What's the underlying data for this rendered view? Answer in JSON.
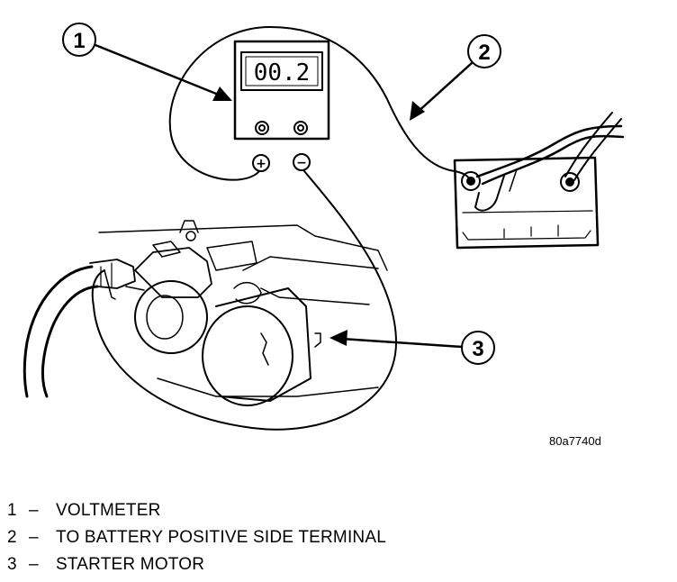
{
  "figure_id": "80a7740d",
  "meter": {
    "reading": "00.2",
    "positive_symbol": "+",
    "negative_symbol": "−"
  },
  "callouts": [
    {
      "number": "1",
      "label": "VOLTMETER"
    },
    {
      "number": "2",
      "label": "TO BATTERY POSITIVE SIDE TERMINAL"
    },
    {
      "number": "3",
      "label": "STARTER MOTOR"
    }
  ],
  "legend_separator": "–"
}
